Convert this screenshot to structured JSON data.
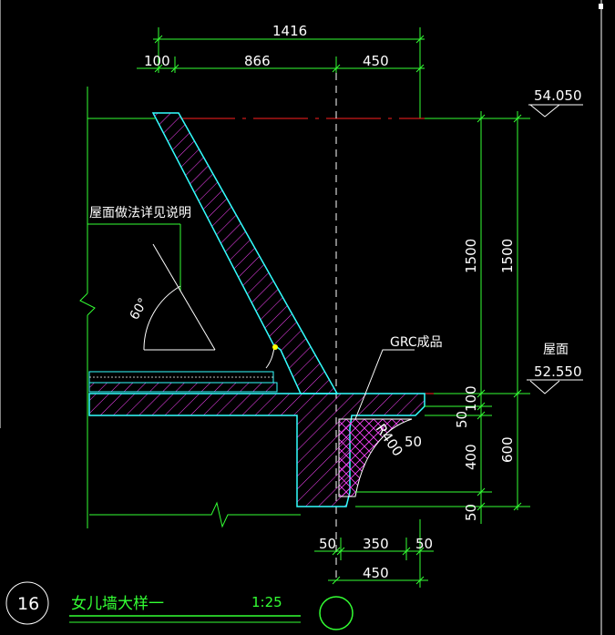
{
  "drawing": {
    "number": "16",
    "title": "女儿墙大样一",
    "scale": "1:25"
  },
  "dimensions": {
    "top_total": "1416",
    "top_left": "100",
    "top_mid": "866",
    "top_right": "450",
    "right_1500_a": "1500",
    "right_1500_b": "1500",
    "right_100": "100",
    "right_50_a": "50",
    "right_400": "400",
    "right_600": "600",
    "right_50_b": "50",
    "bottom_50_a": "50",
    "bottom_350": "350",
    "bottom_50_b": "50",
    "bottom_450": "450",
    "radius": "R400",
    "radius_50": "50"
  },
  "elevations": {
    "top": "54.050",
    "roof": "52.550"
  },
  "annotations": {
    "roof_note": "屋面做法详见说明",
    "angle": "60°",
    "grc": "GRC成品",
    "roof_label": "屋面"
  },
  "colors": {
    "background": "#000000",
    "dimension": "#33ff33",
    "section": "#33ffff",
    "hatch": "#ff44ff",
    "axis": "#ff2020",
    "text": "#ffffff"
  }
}
